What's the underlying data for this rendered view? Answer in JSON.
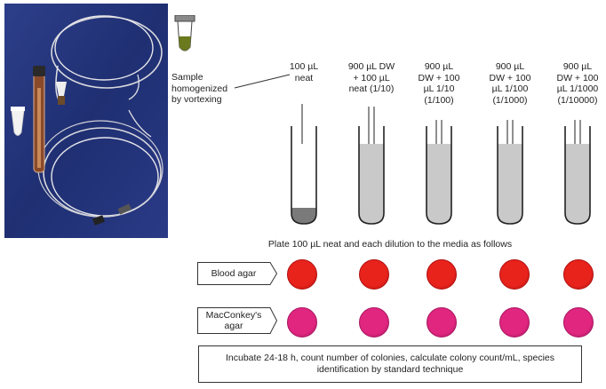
{
  "sample": {
    "label": "Sample homogenized by vortexing",
    "label_lines": [
      "Sample",
      "homogenized",
      "by vortexing"
    ]
  },
  "tubes": [
    {
      "lines": [
        "100 µL",
        "neat"
      ],
      "fill": "low"
    },
    {
      "lines": [
        "900 µL DW",
        "+ 100 µL",
        "neat (1/10)"
      ],
      "fill": "high"
    },
    {
      "lines": [
        "900 µL",
        "DW + 100",
        "µL 1/10",
        "(1/100)"
      ],
      "fill": "high"
    },
    {
      "lines": [
        "900 µL",
        "DW + 100",
        "µL 1/100",
        "(1/1000)"
      ],
      "fill": "high"
    },
    {
      "lines": [
        "900 µL",
        "DW + 100",
        "µL 1/1000",
        "(1/10000)"
      ],
      "fill": "high"
    }
  ],
  "plate_instruction": "Plate 100 µL neat and each dilution to the media as follows",
  "media": [
    {
      "label": "Blood agar",
      "label_lines": [
        "Blood agar"
      ],
      "color": "#e8231c",
      "edge": "#b01010"
    },
    {
      "label": "MacConkey's agar",
      "label_lines": [
        "MacConkey's",
        "agar"
      ],
      "color": "#e0267f",
      "edge": "#a81560"
    }
  ],
  "footer": "Incubate 24-18 h, count number of colonies, calculate colony count/mL, species identification by standard technique",
  "colors": {
    "tube_liquid": "#c9c9c9",
    "sediment": "#7a7a7a",
    "cap": "#8a8a8a",
    "sample_liquid": "#6b7a1e"
  }
}
